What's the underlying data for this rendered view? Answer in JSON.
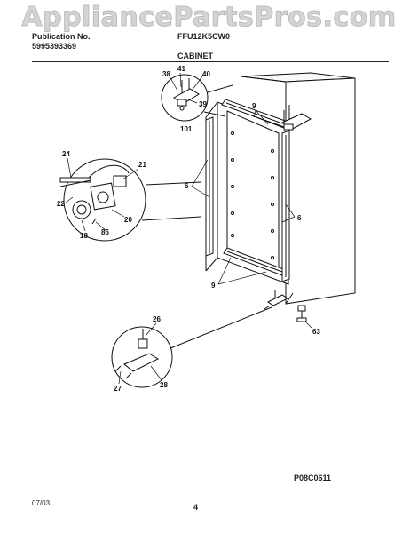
{
  "watermark": "AppliancePartsPros.com",
  "header": {
    "publication_label": "Publication No.",
    "publication_number": "5995393369",
    "model": "FFU12K5CW0",
    "section_title": "CABINET"
  },
  "callouts": {
    "c41": "41",
    "c38": "38",
    "c40": "40",
    "c39": "39",
    "c101": "101",
    "c9a": "9",
    "c9b": "9",
    "c6a": "6",
    "c6b": "6",
    "c24": "24",
    "c21": "21",
    "c22": "22",
    "c20": "20",
    "c18": "18",
    "c86": "86",
    "c26": "26",
    "c27": "27",
    "c28": "28",
    "c63": "63"
  },
  "footer": {
    "date": "07/03",
    "page": "4",
    "diagram_code": "P08C0611"
  }
}
